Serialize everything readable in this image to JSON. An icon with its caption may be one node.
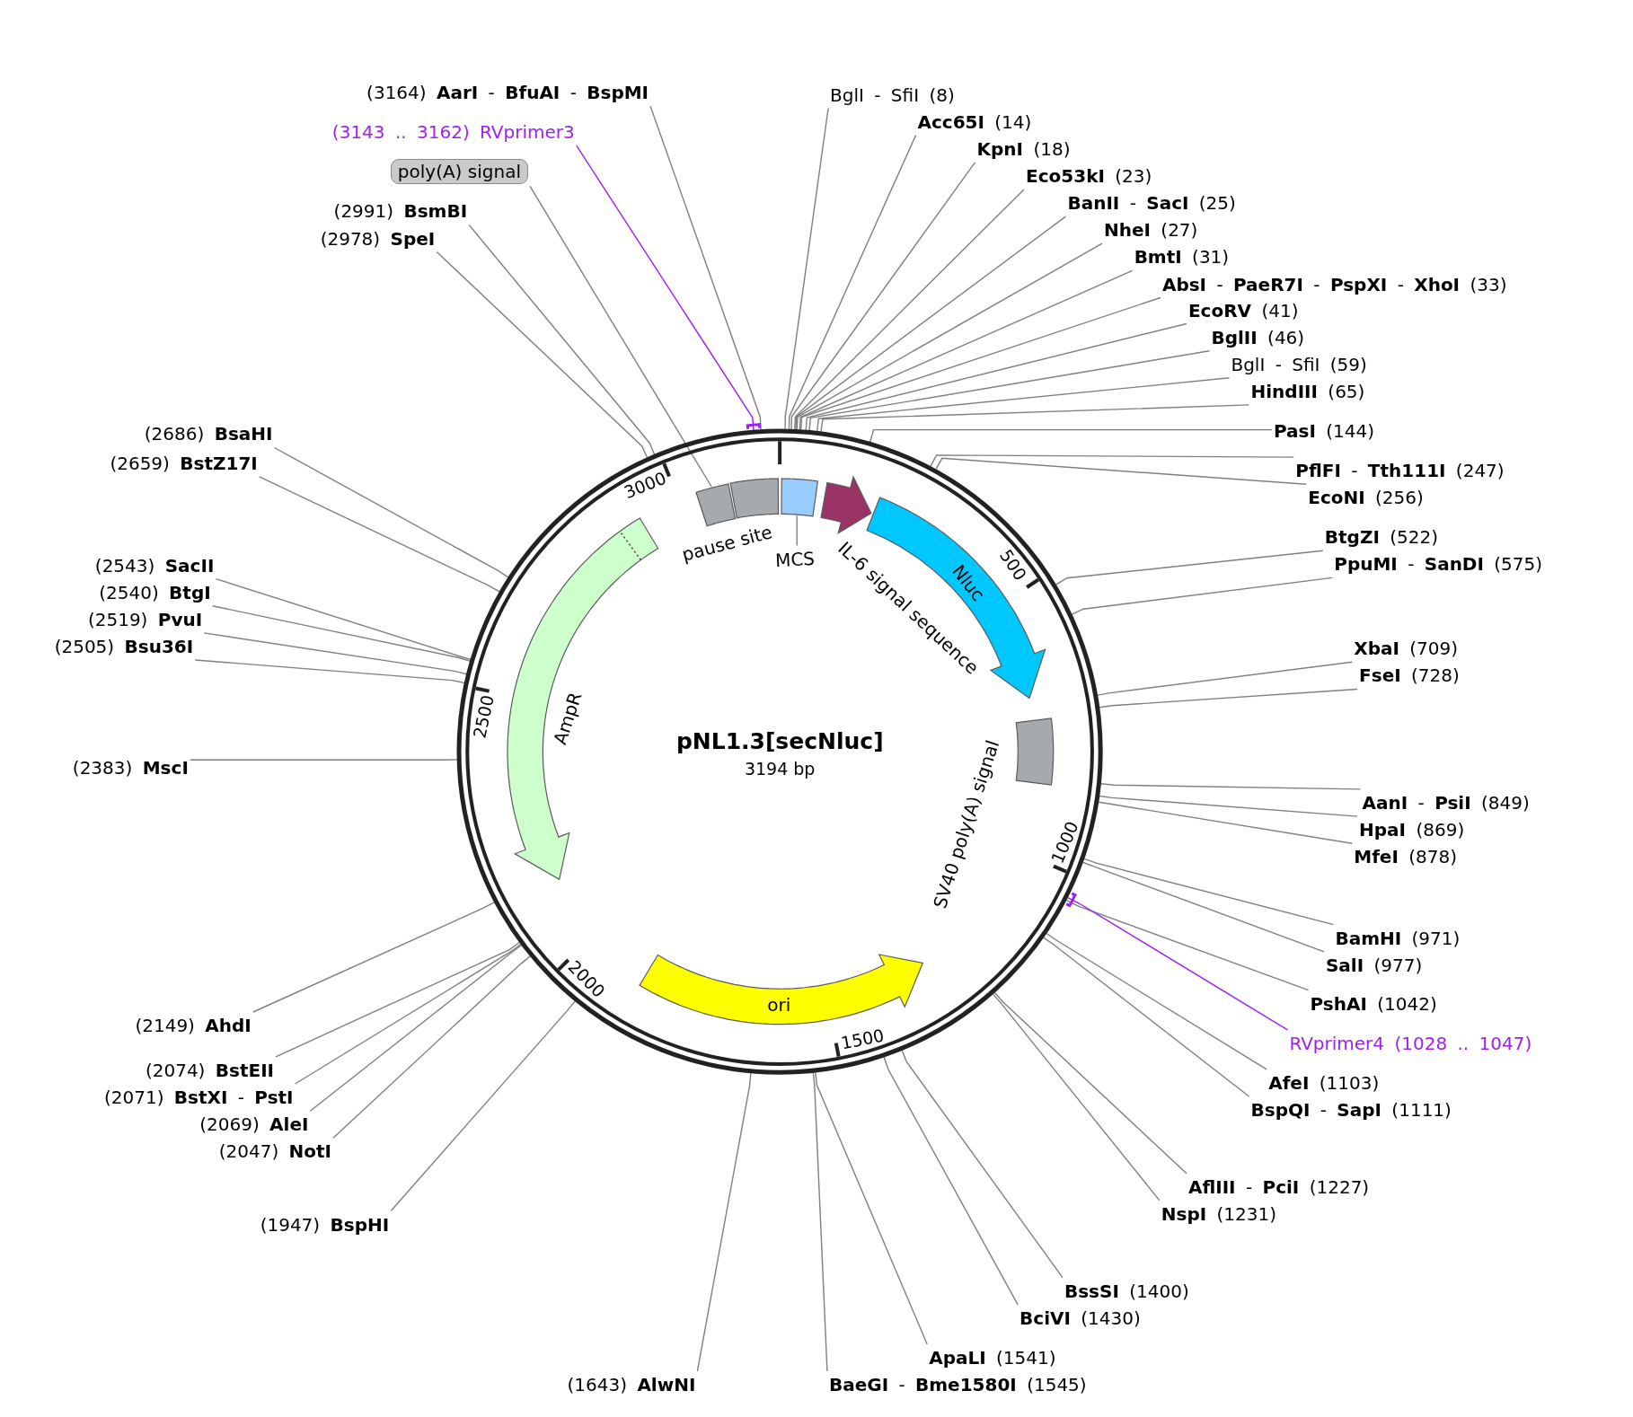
{
  "diagram": {
    "nodes": [
      {
        "text": [
          "pNL1.3[secNluc]",
          "3194 bp"
        ]
      },
      {
        "text": [],
        "shape": "box",
        "in": 0
      },
      {
        "text": [
          "pause site"
        ],
        "in": 0
      },
      {
        "text": [],
        "shape": "box",
        "in": 0
      },
      {
        "text": [
          "MCS"
        ],
        "in": 0
      },
      {
        "text": [
          "IL-6 signal sequence"
        ],
        "in": 0
      },
      {
        "text": [
          "Nluc"
        ],
        "in": 0
      },
      {
        "text": [
          "SV40 poly(A) signal"
        ],
        "in": 0
      },
      {
        "text": [
          "ori"
        ],
        "in": 0
      },
      {
        "text": [
          "AmpR"
        ],
        "in": 0
      },
      {
        "text": [
          "poly(A) signal"
        ]
      },
      {
        "text": [
          "(3164) **AarI** - **BfuAI** - **BspMI**"
        ]
      },
      {
        "text": [
          "(3143 .. 3162) RVprimer3"
        ]
      },
      {
        "text": [
          "BglI - SfiI (8)"
        ]
      },
      {
        "text": [
          "**Acc65I** (14)"
        ]
      },
      {
        "text": [
          "**KpnI** (18)"
        ]
      },
      {
        "text": [
          "**Eco53kI** (23)"
        ]
      },
      {
        "text": [
          "**BanII** - **SacI** (25)"
        ]
      },
      {
        "text": [
          "**NheI** (27)"
        ]
      },
      {
        "text": [
          "**BmtI** (31)"
        ]
      },
      {
        "text": [
          "**AbsI** - **PaeR7I** - **PspXI** - **XhoI** (33)"
        ]
      },
      {
        "text": [
          "**EcoRV** (41)"
        ]
      },
      {
        "text": [
          "**BglII** (46)"
        ]
      },
      {
        "text": [
          "BglI - SfiI (59)"
        ]
      },
      {
        "text": [
          "**HindIII** (65)"
        ]
      },
      {
        "text": [
          "**PasI** (144)"
        ]
      },
      {
        "text": [
          "**PflFI** - **Tth111I** (247)"
        ]
      },
      {
        "text": [
          "**EcoNI** (256)"
        ]
      },
      {
        "text": [
          "**BtgZI** (522)"
        ]
      },
      {
        "text": [
          "**PpuMI** - **SanDI** (575)"
        ]
      },
      {
        "text": [
          "**XbaI** (709)"
        ]
      },
      {
        "text": [
          "**FseI** (728)"
        ]
      },
      {
        "text": [
          "**AanI** - **PsiI** (849)"
        ]
      },
      {
        "text": [
          "**HpaI** (869)"
        ]
      },
      {
        "text": [
          "**MfeI** (878)"
        ]
      },
      {
        "text": [
          "**BamHI** (971)"
        ]
      },
      {
        "text": [
          "**SalI** (977)"
        ]
      },
      {
        "text": [
          "**PshAI** (1042)"
        ]
      },
      {
        "text": [
          "RVprimer4 (1028 .. 1047)"
        ]
      },
      {
        "text": [
          "**AfeI** (1103)"
        ]
      },
      {
        "text": [
          "**BspQI** - **SapI** (1111)"
        ]
      },
      {
        "text": [
          "**AflIII** - **PciI** (1227)"
        ]
      },
      {
        "text": [
          "**NspI** (1231)"
        ]
      },
      {
        "text": [
          "**BssSI** (1400)"
        ]
      },
      {
        "text": [
          "**BciVI** (1430)"
        ]
      },
      {
        "text": [
          "**ApaLI** (1541)"
        ]
      },
      {
        "text": [
          "**BaeGI** - **Bme1580I** (1545)"
        ]
      },
      {
        "text": [
          "(1643) **AlwNI**"
        ]
      },
      {
        "text": [
          "(1947) **BspHI**"
        ]
      },
      {
        "text": [
          "(2047) **NotI**"
        ]
      },
      {
        "text": [
          "(2069) **AleI**"
        ]
      },
      {
        "text": [
          "(2071) **BstXI** - **PstI**"
        ]
      },
      {
        "text": [
          "(2074) **BstEII**"
        ]
      },
      {
        "text": [
          "(2149) **AhdI**"
        ]
      },
      {
        "text": [
          "(2383) **MscI**"
        ]
      },
      {
        "text": [
          "(2505) **Bsu36I**"
        ]
      },
      {
        "text": [
          "(2519) **PvuI**"
        ]
      },
      {
        "text": [
          "(2540) **BtgI**"
        ]
      },
      {
        "text": [
          "(2543) **SacII**"
        ]
      },
      {
        "text": [
          "(2659) **BstZ17I**"
        ]
      },
      {
        "text": [
          "(2686) **BsaHI**"
        ]
      },
      {
        "text": [
          "(2978) **SpeI**"
        ]
      },
      {
        "text": [
          "(2991) **BsmBI**"
        ]
      }
    ],
    "edges": [
      {
        "from": 4,
        "to": 3,
        "arrow": "none"
      },
      {
        "from": 10,
        "to": 1,
        "arrow": "none"
      },
      {
        "from": 11,
        "to": 0,
        "arrow": "none"
      },
      {
        "from": 12,
        "to": 0,
        "arrow": "none",
        "color": "#a020f0"
      },
      {
        "from": 13,
        "to": 0,
        "arrow": "none"
      },
      {
        "from": 14,
        "to": 0,
        "arrow": "none"
      },
      {
        "from": 15,
        "to": 0,
        "arrow": "none"
      },
      {
        "from": 16,
        "to": 0,
        "arrow": "none"
      },
      {
        "from": 17,
        "to": 0,
        "arrow": "none"
      },
      {
        "from": 18,
        "to": 0,
        "arrow": "none"
      },
      {
        "from": 19,
        "to": 0,
        "arrow": "none"
      },
      {
        "from": 20,
        "to": 0,
        "arrow": "none"
      },
      {
        "from": 21,
        "to": 0,
        "arrow": "none"
      },
      {
        "from": 22,
        "to": 0,
        "arrow": "none"
      },
      {
        "from": 23,
        "to": 0,
        "arrow": "none"
      },
      {
        "from": 24,
        "to": 0,
        "arrow": "none"
      },
      {
        "from": 25,
        "to": 0,
        "arrow": "none"
      },
      {
        "from": 26,
        "to": 0,
        "arrow": "none"
      },
      {
        "from": 27,
        "to": 0,
        "arrow": "none"
      },
      {
        "from": 28,
        "to": 0,
        "arrow": "none"
      },
      {
        "from": 29,
        "to": 0,
        "arrow": "none"
      },
      {
        "from": 30,
        "to": 0,
        "arrow": "none"
      },
      {
        "from": 31,
        "to": 0,
        "arrow": "none"
      },
      {
        "from": 32,
        "to": 0,
        "arrow": "none"
      },
      {
        "from": 33,
        "to": 0,
        "arrow": "none"
      },
      {
        "from": 34,
        "to": 0,
        "arrow": "none"
      },
      {
        "from": 35,
        "to": 0,
        "arrow": "none"
      },
      {
        "from": 36,
        "to": 0,
        "arrow": "none"
      },
      {
        "from": 37,
        "to": 0,
        "arrow": "none"
      },
      {
        "from": 38,
        "to": 0,
        "arrow": "none",
        "color": "#a020f0"
      },
      {
        "from": 39,
        "to": 0,
        "arrow": "none"
      },
      {
        "from": 40,
        "to": 0,
        "arrow": "none"
      },
      {
        "from": 41,
        "to": 0,
        "arrow": "none"
      },
      {
        "from": 42,
        "to": 0,
        "arrow": "none"
      },
      {
        "from": 43,
        "to": 0,
        "arrow": "none"
      },
      {
        "from": 44,
        "to": 0,
        "arrow": "none"
      },
      {
        "from": 45,
        "to": 0,
        "arrow": "none"
      },
      {
        "from": 46,
        "to": 0,
        "arrow": "none"
      },
      {
        "from": 47,
        "to": 0,
        "arrow": "none"
      },
      {
        "from": 48,
        "to": 0,
        "arrow": "none"
      },
      {
        "from": 49,
        "to": 0,
        "arrow": "none"
      },
      {
        "from": 50,
        "to": 0,
        "arrow": "none"
      },
      {
        "from": 51,
        "to": 0,
        "arrow": "none"
      },
      {
        "from": 52,
        "to": 0,
        "arrow": "none"
      },
      {
        "from": 53,
        "to": 0,
        "arrow": "none"
      },
      {
        "from": 54,
        "to": 0,
        "arrow": "none"
      },
      {
        "from": 55,
        "to": 0,
        "arrow": "none"
      },
      {
        "from": 56,
        "to": 0,
        "arrow": "none"
      },
      {
        "from": 57,
        "to": 0,
        "arrow": "none"
      },
      {
        "from": 58,
        "to": 0,
        "arrow": "none"
      },
      {
        "from": 59,
        "to": 0,
        "arrow": "none"
      },
      {
        "from": 60,
        "to": 0,
        "arrow": "none"
      },
      {
        "from": 61,
        "to": 0,
        "arrow": "none"
      },
      {
        "from": 62,
        "to": 0,
        "arrow": "none"
      }
    ],
    "labels": [
      "500",
      "1000",
      "1500",
      "2000",
      "2500",
      "3000"
    ]
  }
}
